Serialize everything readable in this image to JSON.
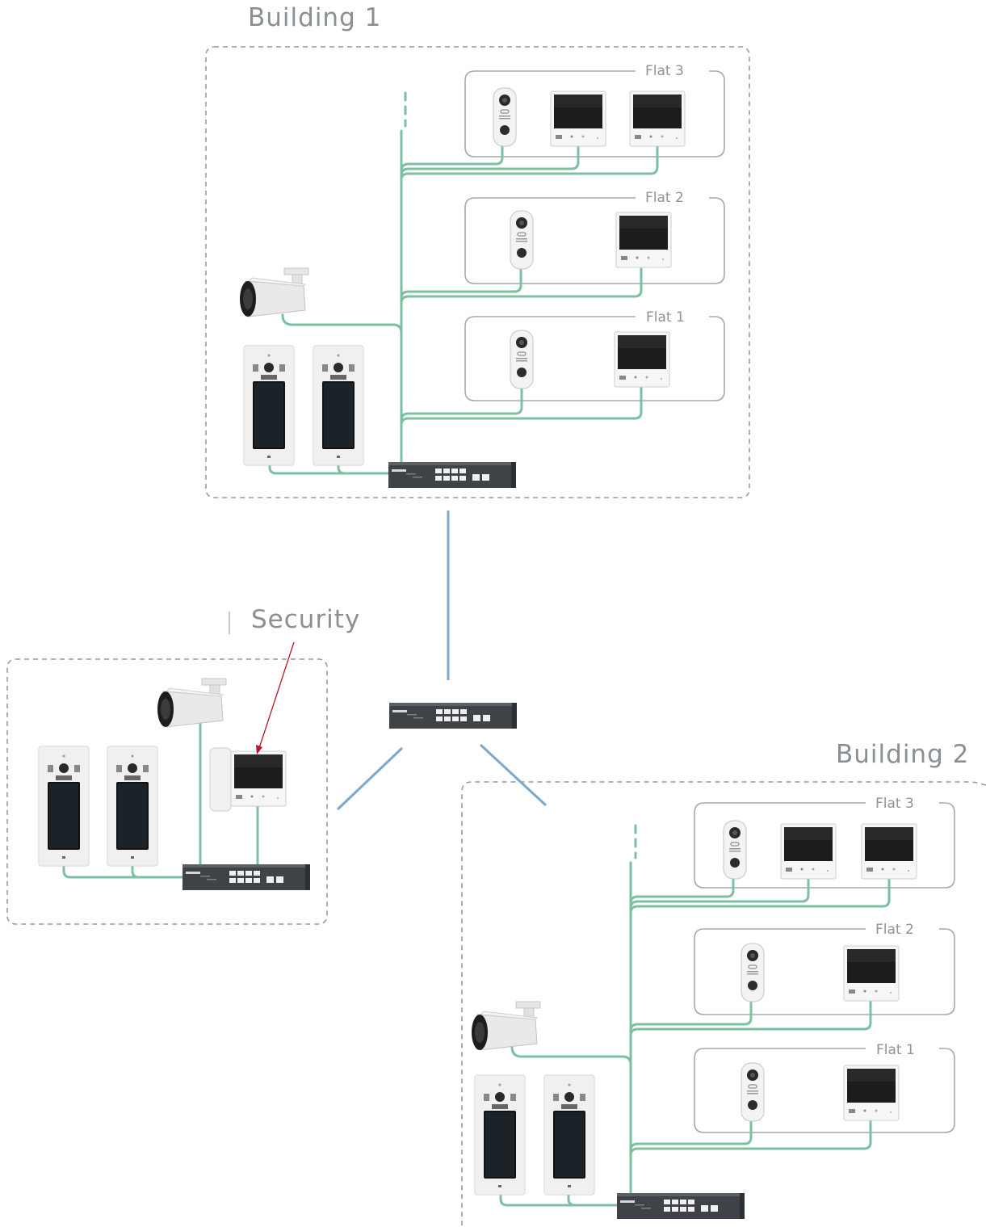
{
  "buildings": [
    {
      "title": "Building 1",
      "flats": [
        "Flat 3",
        "Flat 2",
        "Flat 1"
      ]
    },
    {
      "title": "Building 2",
      "flats": [
        "Flat 3",
        "Flat 2",
        "Flat 1"
      ]
    }
  ],
  "security": {
    "title": "Security"
  },
  "colors": {
    "cable": "#7cc0a0",
    "uplink": "#7aa9cc",
    "zone_border": "#9a9a9a",
    "flat_border": "#a8a8a8",
    "arrow": "#b8162c",
    "title_text": "#8a8f93"
  },
  "icons": [
    "ip-camera-icon",
    "door-station-icon",
    "indoor-monitor-icon",
    "poe-switch-icon",
    "outdoor-panel-icon"
  ]
}
